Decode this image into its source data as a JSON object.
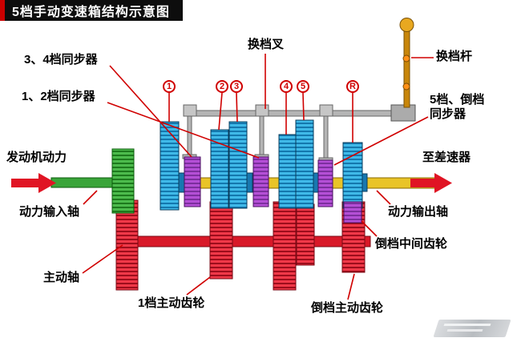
{
  "title": "5档手动变速箱结构示意图",
  "labels": {
    "sync34": "3、4档同步器",
    "sync12": "1、2档同步器",
    "shift_fork": "换档叉",
    "shift_lever": "换档杆",
    "sync5r_line1": "5档、倒档",
    "sync5r_line2": "同步器",
    "engine_power": "发动机动力",
    "to_differential": "至差速器",
    "input_shaft": "动力输入轴",
    "output_shaft": "动力输出轴",
    "reverse_idler_gear": "倒档中间齿轮",
    "main_shaft": "主动轴",
    "gear1_drive_gear": "1档主动齿轮",
    "reverse_drive_gear": "倒档主动齿轮"
  },
  "gear_markers": [
    "1",
    "2",
    "3",
    "4",
    "5",
    "R"
  ],
  "colors": {
    "title_bg": "#0d0d0d",
    "title_accent": "#cc0000",
    "leader_red": "#d00000",
    "arrow_red": "#e01424",
    "gear_blue": "#2fa9dd",
    "gear_red": "#e01424",
    "gear_green": "#3aa53a",
    "gear_purple": "#a845c8",
    "shaft_yellow": "#e9c428",
    "lever_gold": "#c8860a",
    "rail_gray": "#b5b5b5"
  }
}
